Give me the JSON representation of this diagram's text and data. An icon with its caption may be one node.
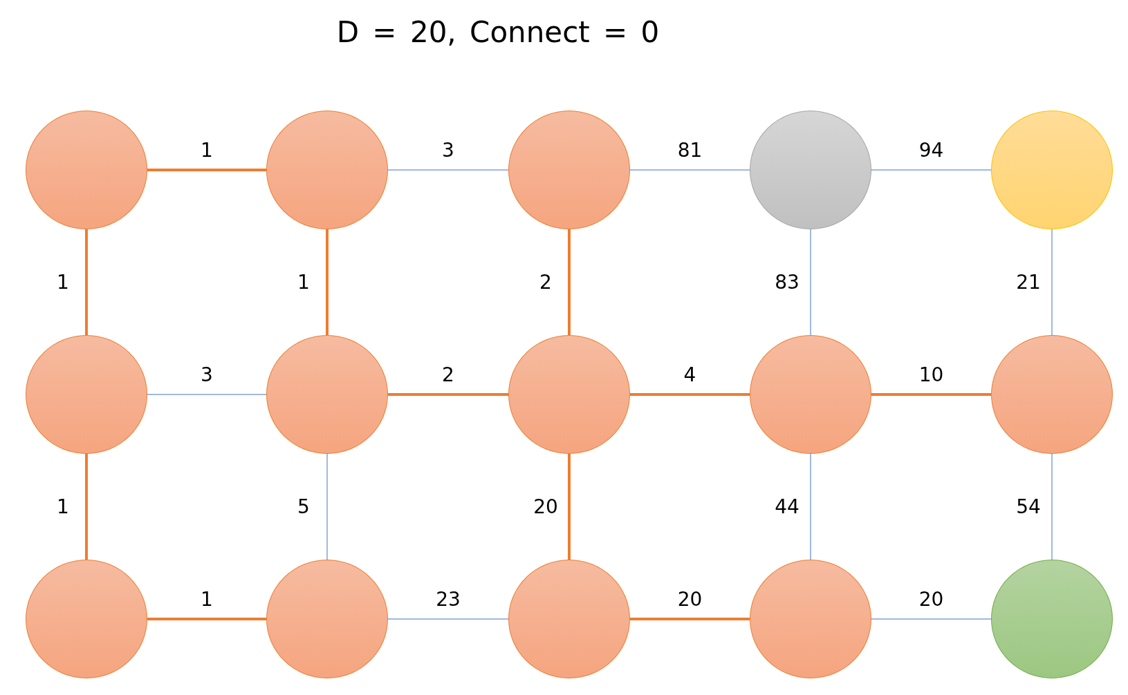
{
  "diagram": {
    "title": "D = 20, Connect = 0",
    "nodes": [
      {
        "text": [],
        "shape": "circle"
      },
      {
        "text": [],
        "shape": "circle"
      },
      {
        "text": [],
        "shape": "circle"
      },
      {
        "text": [],
        "shape": "circle"
      },
      {
        "text": [],
        "shape": "circle"
      },
      {
        "text": [],
        "shape": "circle"
      },
      {
        "text": [],
        "shape": "circle"
      },
      {
        "text": [],
        "shape": "circle"
      },
      {
        "text": [],
        "shape": "circle"
      },
      {
        "text": [],
        "shape": "circle"
      },
      {
        "text": [],
        "shape": "circle"
      },
      {
        "text": [],
        "shape": "circle"
      },
      {
        "text": [],
        "shape": "circle"
      },
      {
        "text": [],
        "shape": "circle"
      },
      {
        "text": [],
        "shape": "circle"
      }
    ],
    "edges": [
      {
        "from": 0,
        "to": 1,
        "arrow": "none",
        "label": "1",
        "style": "thick",
        "color": "#ed7d31"
      },
      {
        "from": 1,
        "to": 2,
        "arrow": "none",
        "label": "3",
        "color": "#4472c4"
      },
      {
        "from": 2,
        "to": 3,
        "arrow": "none",
        "label": "81",
        "color": "#4472c4"
      },
      {
        "from": 3,
        "to": 4,
        "arrow": "none",
        "label": "94",
        "color": "#4472c4"
      },
      {
        "from": 0,
        "to": 5,
        "arrow": "none",
        "label": "1",
        "style": "thick",
        "color": "#ed7d31"
      },
      {
        "from": 1,
        "to": 6,
        "arrow": "none",
        "label": "1",
        "style": "thick",
        "color": "#ed7d31"
      },
      {
        "from": 2,
        "to": 7,
        "arrow": "none",
        "label": "2",
        "style": "thick",
        "color": "#ed7d31"
      },
      {
        "from": 3,
        "to": 8,
        "arrow": "none",
        "label": "83",
        "color": "#4472c4"
      },
      {
        "from": 4,
        "to": 9,
        "arrow": "none",
        "label": "21",
        "color": "#4472c4"
      },
      {
        "from": 5,
        "to": 6,
        "arrow": "none",
        "label": "3",
        "color": "#4472c4"
      },
      {
        "from": 6,
        "to": 7,
        "arrow": "none",
        "label": "2",
        "style": "thick",
        "color": "#ed7d31"
      },
      {
        "from": 7,
        "to": 8,
        "arrow": "none",
        "label": "4",
        "style": "thick",
        "color": "#ed7d31"
      },
      {
        "from": 8,
        "to": 9,
        "arrow": "none",
        "label": "10",
        "style": "thick",
        "color": "#ed7d31"
      },
      {
        "from": 5,
        "to": 10,
        "arrow": "none",
        "label": "1",
        "style": "thick",
        "color": "#ed7d31"
      },
      {
        "from": 6,
        "to": 11,
        "arrow": "none",
        "label": "5",
        "color": "#4472c4"
      },
      {
        "from": 7,
        "to": 12,
        "arrow": "none",
        "label": "20",
        "style": "thick",
        "color": "#ed7d31"
      },
      {
        "from": 8,
        "to": 13,
        "arrow": "none",
        "label": "44",
        "color": "#4472c4"
      },
      {
        "from": 9,
        "to": 14,
        "arrow": "none",
        "label": "54",
        "color": "#4472c4"
      },
      {
        "from": 10,
        "to": 11,
        "arrow": "none",
        "label": "1",
        "style": "thick",
        "color": "#ed7d31"
      },
      {
        "from": 11,
        "to": 12,
        "arrow": "none",
        "label": "23",
        "color": "#4472c4"
      },
      {
        "from": 12,
        "to": 13,
        "arrow": "none",
        "label": "20",
        "style": "thick",
        "color": "#ed7d31"
      },
      {
        "from": 13,
        "to": 14,
        "arrow": "none",
        "label": "20",
        "color": "#4472c4"
      }
    ]
  }
}
